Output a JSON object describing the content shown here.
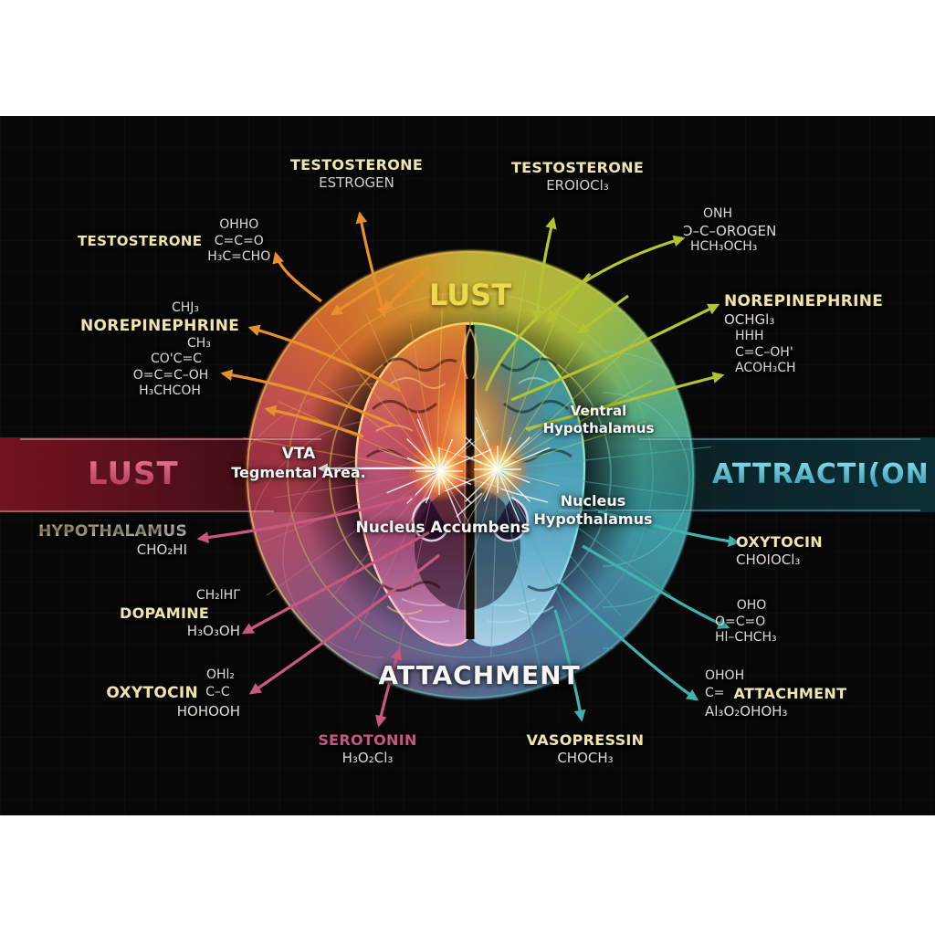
{
  "palette": {
    "frame_background": "#ffffff",
    "stage_background": "#070707",
    "label_yellow": "#f1e6a9",
    "formula_white": "#dedcd2",
    "lust_pink": "#cb5672",
    "attraction_teal": "#55c4d6",
    "serotonin_pink": "#c75683",
    "arrow_orange": "#e8912c",
    "arrow_olive": "#b4c431",
    "arrow_teal": "#3fb3ae",
    "arrow_pink": "#c9587e",
    "wheel_top": "#c7b73a",
    "wheel_right": "#3fa3a8",
    "wheel_left": "#c44e55",
    "wheel_bottom": "#5d6e96"
  },
  "bands": {
    "lust": {
      "label": "LUST"
    },
    "attraction": {
      "label": "ATTRACTI(ON"
    }
  },
  "circle": {
    "lust_label": "LUST",
    "attachment_label": "ATTACHMENT"
  },
  "brain_regions": {
    "vta_line1": "VTA",
    "vta_line2": "Tegmental Area.",
    "nucleus_accumbens": "Nucleus Accumbens",
    "ventral_line1": "Ventral",
    "ventral_line2": "Hypothalamus",
    "nucleus_line1": "Nucleus",
    "nucleus_line2": "Hypothalamus"
  },
  "annotations": {
    "top_testosterone": {
      "title": "TESTOSTERONE",
      "sub": "ESTROGEN"
    },
    "topright_testosterone": {
      "title": "TESTOSTERONE",
      "sub": "EROIOCl₃"
    },
    "left_testosterone": {
      "title": "TESTOSTERONE",
      "f1": "OHHO",
      "f2": "C=C=O",
      "f3": "H₃C=CHO"
    },
    "left_norepinephrine": {
      "f0": "CHJ₃",
      "title": "NOREPINEPHRINE",
      "f1": "CH₃",
      "f2": "CO'C=C",
      "f3": "O=C=C–OH",
      "f4": "H₃CHCOH"
    },
    "hypothalamus": {
      "title": "HYPOTHALAMUS",
      "f1": "CHO₂HI"
    },
    "dopamine": {
      "f0": "CH₂lHΓ",
      "title": "DOPAMINE",
      "f1": "H₃O₃OH"
    },
    "oxytocin_left": {
      "f0": "OHl₂",
      "title": "OXYTOCIN",
      "f1": "C–C",
      "f2": "HOHOOH"
    },
    "serotonin": {
      "title": "SEROTONIN",
      "f1": "H₃O₂Cl₃"
    },
    "vasopressin": {
      "title": "VASOPRESSIN",
      "f1": "CHOCH₃"
    },
    "estrogen_right": {
      "f0": "ONH",
      "f1": "Ɔ–C–OROGEN",
      "f2": "HCH₃OCH₃"
    },
    "right_norepinephrine": {
      "title": "NOREPINEPHRINE",
      "f0": "OCHGl₃",
      "f1": "HHH",
      "f2": "C=C–OH'",
      "f3": "ACOH₃CH"
    },
    "right_oxytocin": {
      "title": "OXYTOCIN",
      "f1": "CHOIOCl₃"
    },
    "right_formula": {
      "f0": "OHO",
      "f1": "O=C=O",
      "f2": "Hl–CHCH₃"
    },
    "right_attachment": {
      "f0": "OHOH",
      "f1": "C=",
      "title": "ATTACHMENT",
      "f2": "Al₃O₂OHOH₃"
    }
  }
}
